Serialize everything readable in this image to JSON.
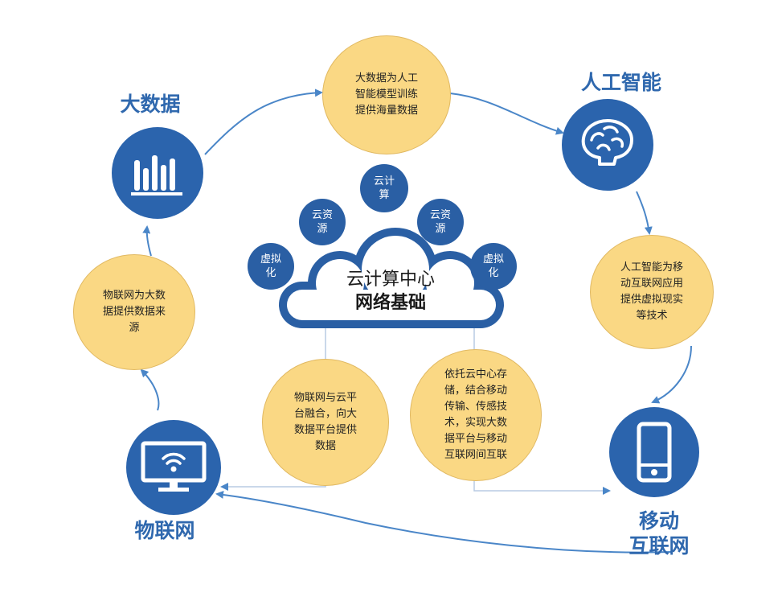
{
  "colors": {
    "primary_blue": "#2b64ad",
    "info_yellow": "#fad884",
    "connector_blue": "#4a86c8"
  },
  "nodes": {
    "big_data": {
      "title": "大数据",
      "icon": "bar-chart-icon"
    },
    "ai": {
      "title": "人工智能",
      "icon": "brain-icon"
    },
    "mobile_internet": {
      "title_line1": "移动",
      "title_line2": "互联网",
      "icon": "smartphone-icon"
    },
    "iot": {
      "title": "物联网",
      "icon": "monitor-wifi-icon"
    }
  },
  "info": {
    "top": [
      "大数据为人工",
      "智能模型训练",
      "提供海量数据"
    ],
    "right": [
      "人工智能为移",
      "动互联网应用",
      "提供虚拟现实",
      "等技术"
    ],
    "left": [
      "物联网为大数",
      "据提供数据来",
      "源"
    ],
    "bottom_left": [
      "物联网与云平",
      "台融合，向大",
      "数据平台提供",
      "数据"
    ],
    "bottom_right": [
      "依托云中心存",
      "储，结合移动",
      "传输、传感技",
      "术，实现大数",
      "据平台与移动",
      "互联网间互联"
    ]
  },
  "cloud": {
    "line1": "云计算中心",
    "line2": "网络基础",
    "resources": [
      {
        "id": "virtualization-left",
        "text": "虚拟化"
      },
      {
        "id": "cloud-resource-left",
        "text": "云资源"
      },
      {
        "id": "cloud-computing",
        "text": "云计算"
      },
      {
        "id": "cloud-resource-right",
        "text": "云资源"
      },
      {
        "id": "virtualization-right",
        "text": "虚拟化"
      }
    ]
  }
}
